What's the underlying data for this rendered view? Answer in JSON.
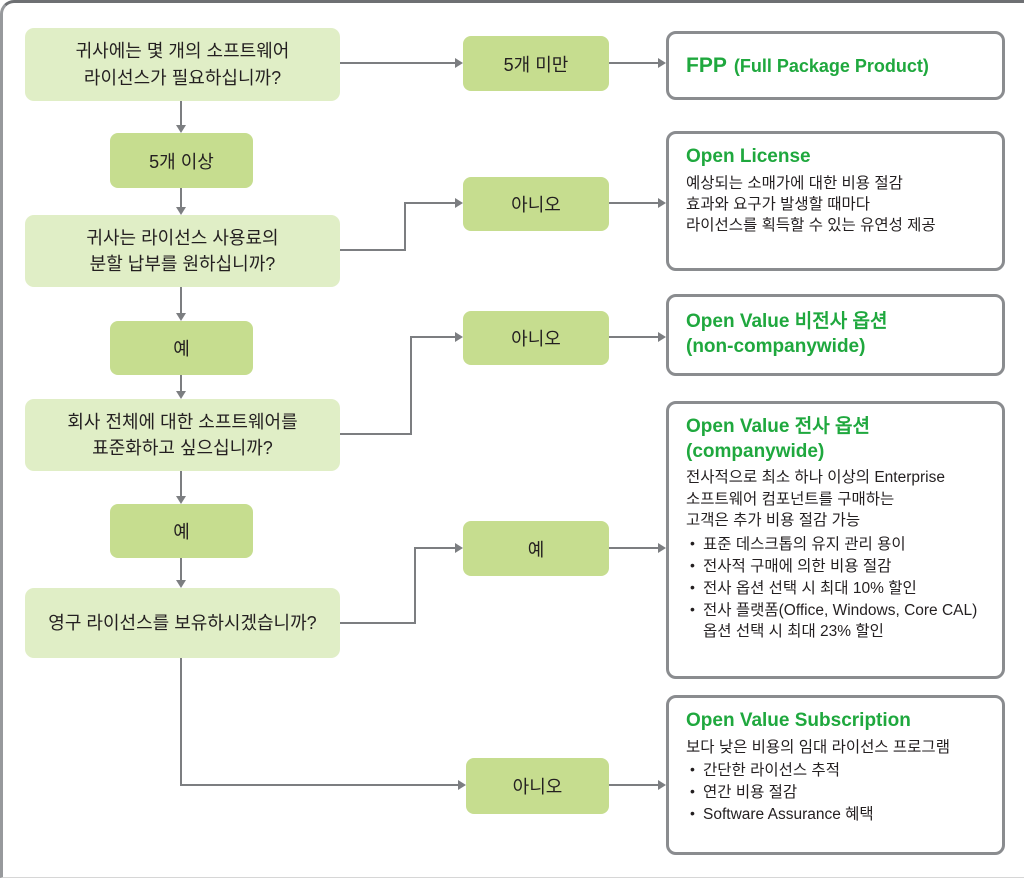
{
  "diagram_title": "software-license-decision-flowchart",
  "colors": {
    "question_box_fill": "#e0eec6",
    "answer_box_fill": "#c6dd8f",
    "result_title_green": "#1fa83e",
    "result_border_gray": "#8a8c8f",
    "connector_gray": "#7c7e81",
    "text_dark": "#231f20"
  },
  "questions": [
    {
      "text": "귀사에는 몇 개의 소프트웨어\n라이선스가 필요하십니까?"
    },
    {
      "text": "귀사는 라이선스 사용료의\n분할 납부를 원하십니까?"
    },
    {
      "text": "회사 전체에 대한 소프트웨어를\n표준화하고 싶으십니까?"
    },
    {
      "text": "영구 라이선스를 보유하시겠습니까?"
    }
  ],
  "labels": {
    "under5": "5개 미만",
    "over5": "5개 이상",
    "yes": "예",
    "no": "아니오"
  },
  "results": {
    "fpp": {
      "title_main": "FPP",
      "title_sub": "(Full Package Product)"
    },
    "open_license": {
      "title": "Open License",
      "body": "예상되는 소매가에 대한 비용 절감\n효과와 요구가 발생할 때마다\n라이선스를 획득할 수 있는 유연성 제공"
    },
    "ov_non_companywide": {
      "title": "Open Value 비전사 옵션\n(non-companywide)"
    },
    "ov_companywide": {
      "title": "Open Value 전사 옵션\n(companywide)",
      "body": "전사적으로 최소 하나 이상의 Enterprise\n소프트웨어 컴포넌트를 구매하는\n고객은 추가 비용 절감 가능",
      "bullets": [
        "표준 데스크톱의 유지 관리 용이",
        "전사적 구매에 의한 비용 절감",
        "전사 옵션 선택 시 최대 10% 할인",
        "전사 플랫폼(Office, Windows, Core CAL) 옵션 선택 시 최대 23% 할인"
      ]
    },
    "ov_subscription": {
      "title": "Open Value Subscription",
      "body": "보다 낮은 비용의 임대 라이선스 프로그램",
      "bullets": [
        "간단한 라이선스 추적",
        "연간 비용 절감",
        "Software Assurance 혜택"
      ]
    }
  }
}
